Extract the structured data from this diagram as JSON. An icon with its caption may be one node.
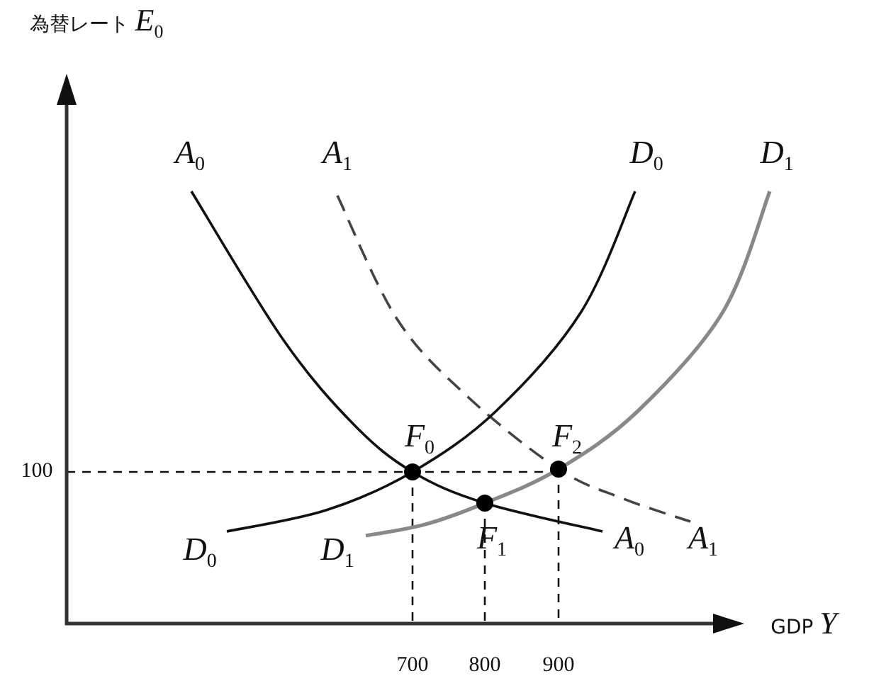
{
  "diagram": {
    "labels": [
      "為替レート *E*$_{0}$",
      "*A*$_{0}$",
      "*A*$_{1}$",
      "*D*$_{0}$",
      "*D*$_{1}$",
      "*F*$_{0}$",
      "*F*$_{2}$",
      "100",
      "*D*$_{0}$",
      "*D*$_{1}$",
      "*F*$_{1}$",
      "*A*$_{0}$",
      "*A*$_{1}$",
      "GDP *Y*",
      "700",
      "800",
      "900"
    ]
  }
}
